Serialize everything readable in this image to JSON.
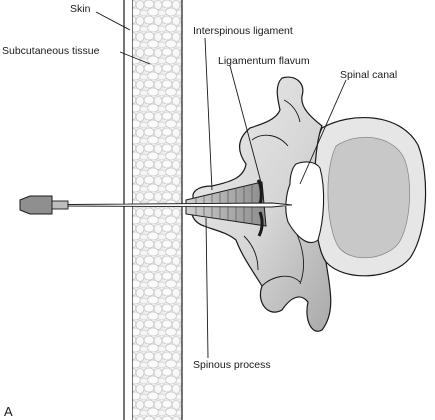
{
  "diagram": {
    "panel_letter": "A",
    "labels": {
      "skin": "Skin",
      "subcutaneous": "Subcutaneous tissue",
      "interspinous": "Interspinous ligament",
      "flavum": "Ligamentum flavum",
      "canal": "Spinal canal",
      "spinous": "Spinous process"
    },
    "colors": {
      "bone": "#dcdcdc",
      "bone_shadow": "#9e9e9e",
      "outline": "#1a1a1a",
      "fat": "#f2f2f2",
      "canal": "#ffffff",
      "disc_core": "#c8c8c8"
    }
  }
}
